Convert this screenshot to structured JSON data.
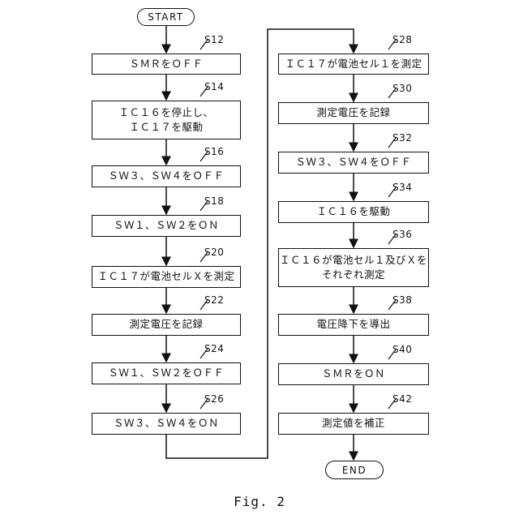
{
  "figure": {
    "caption": "Fig. 2"
  },
  "terminals": {
    "start": "START",
    "end": "END"
  },
  "steps": {
    "s12": {
      "id": "S12",
      "text": "ＳＭＲをＯＦＦ"
    },
    "s14": {
      "id": "S14",
      "text": "ＩＣ１６を停止し、\nＩＣ１７を駆動"
    },
    "s16": {
      "id": "S16",
      "text": "ＳＷ３、ＳＷ４をＯＦＦ"
    },
    "s18": {
      "id": "S18",
      "text": "ＳＷ１、ＳＷ２をＯＮ"
    },
    "s20": {
      "id": "S20",
      "text": "ＩＣ１７が電池セルＸを測定"
    },
    "s22": {
      "id": "S22",
      "text": "測定電圧を記録"
    },
    "s24": {
      "id": "S24",
      "text": "ＳＷ１、ＳＷ２をＯＦＦ"
    },
    "s26": {
      "id": "S26",
      "text": "ＳＷ３、ＳＷ４をＯＮ"
    },
    "s28": {
      "id": "S28",
      "text": "ＩＣ１７が電池セル１を測定"
    },
    "s30": {
      "id": "S30",
      "text": "測定電圧を記録"
    },
    "s32": {
      "id": "S32",
      "text": "ＳＷ３、ＳＷ４をＯＦＦ"
    },
    "s34": {
      "id": "S34",
      "text": "ＩＣ１６を駆動"
    },
    "s36": {
      "id": "S36",
      "text": "ＩＣ１６が電池セル１及びＸを\nそれぞれ測定"
    },
    "s38": {
      "id": "S38",
      "text": "電圧降下を導出"
    },
    "s40": {
      "id": "S40",
      "text": "ＳＭＲをＯＮ"
    },
    "s42": {
      "id": "S42",
      "text": "測定値を補正"
    }
  }
}
